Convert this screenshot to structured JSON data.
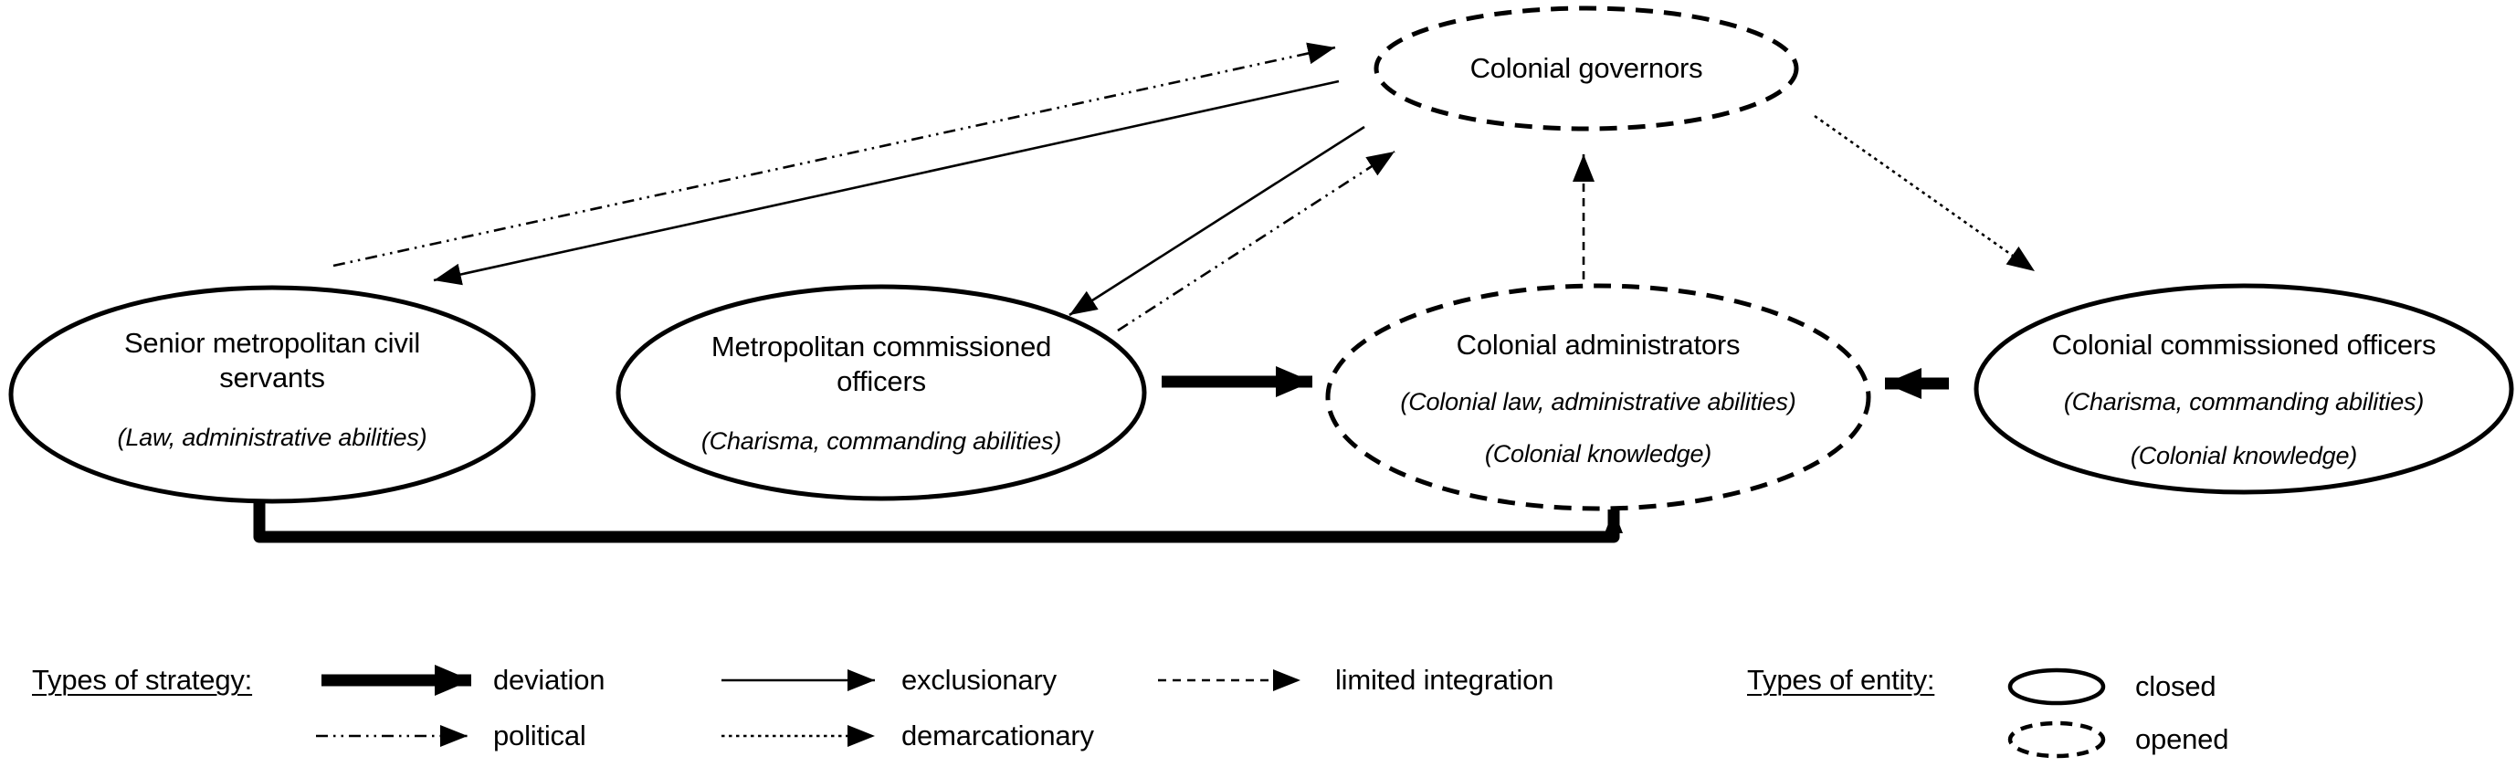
{
  "figure": {
    "type": "strategy-diagram",
    "background": "#ffffff",
    "ink_color": "#000000"
  },
  "nodes": {
    "governors": {
      "title": "Colonial governors",
      "entity_type": "opened",
      "traits": []
    },
    "senior": {
      "title": "Senior metropolitan civil servants",
      "entity_type": "closed",
      "traits": [
        "(Law, administrative abilities)"
      ]
    },
    "metro": {
      "title": "Metropolitan commissioned officers",
      "entity_type": "closed",
      "traits": [
        "(Charisma, commanding abilities)"
      ]
    },
    "admins": {
      "title": "Colonial administrators",
      "entity_type": "opened",
      "traits": [
        "(Colonial law, administrative abilities)",
        "(Colonial knowledge)"
      ]
    },
    "colonial": {
      "title": "Colonial commissioned officers",
      "entity_type": "closed",
      "traits": [
        "(Charisma, commanding abilities)",
        "(Colonial knowledge)"
      ]
    }
  },
  "edges": [
    {
      "from": "senior",
      "to": "governors",
      "strategy": "political"
    },
    {
      "from": "governors",
      "to": "senior",
      "strategy": "exclusionary"
    },
    {
      "from": "metro",
      "to": "governors",
      "strategy": "political"
    },
    {
      "from": "governors",
      "to": "metro",
      "strategy": "exclusionary"
    },
    {
      "from": "admins",
      "to": "governors",
      "strategy": "limited integration"
    },
    {
      "from": "governors",
      "to": "colonial",
      "strategy": "demarcationary"
    },
    {
      "from": "metro",
      "to": "admins",
      "strategy": "deviation"
    },
    {
      "from": "colonial",
      "to": "admins",
      "strategy": "deviation"
    },
    {
      "from": "senior",
      "to": "admins",
      "strategy": "deviation"
    }
  ],
  "legend": {
    "strategy_title": "Types of strategy:",
    "strategies": [
      {
        "label": "deviation",
        "line_style": "thick-solid"
      },
      {
        "label": "exclusionary",
        "line_style": "thin-solid"
      },
      {
        "label": "limited integration",
        "line_style": "dashed"
      },
      {
        "label": "political",
        "line_style": "dash-dot-dot"
      },
      {
        "label": "demarcationary",
        "line_style": "dotted"
      }
    ],
    "entity_title": "Types of entity:",
    "entities": [
      {
        "label": "closed",
        "shape_style": "solid-ellipse"
      },
      {
        "label": "opened",
        "shape_style": "dashed-ellipse"
      }
    ]
  }
}
